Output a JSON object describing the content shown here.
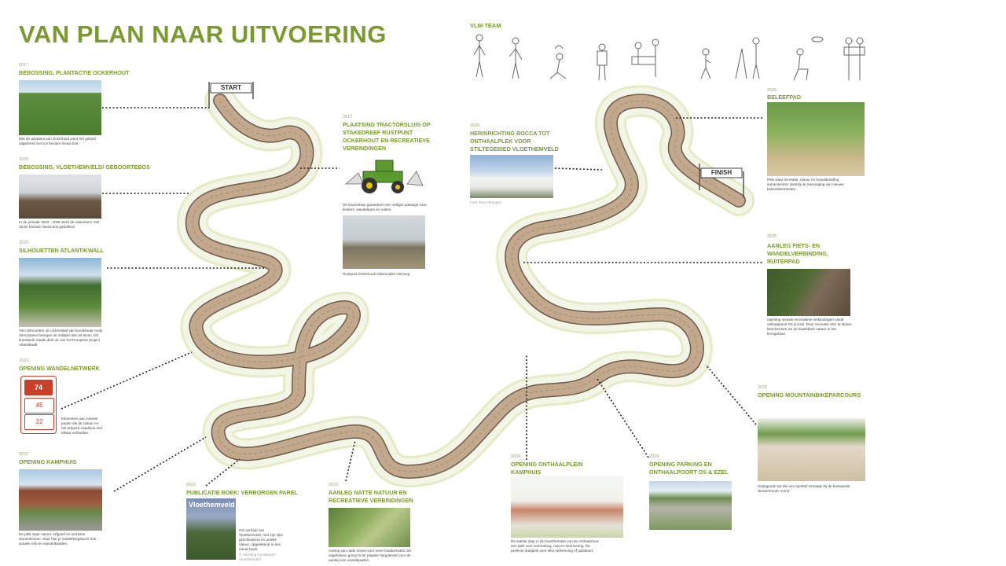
{
  "page": {
    "title": "VAN PLAN NAAR UITVOERING",
    "team_label": "VLM-TEAM",
    "start_label": "START",
    "finish_label": "FINISH"
  },
  "milestones": [
    {
      "id": "ockerhout",
      "year": "2017",
      "title": "BEBOSSING, PLANTACTIE OCKERHOUT",
      "caption": "Met de aanplant van Ockerhout werd het gebied uitgebreid met 5,6 hectare nieuw bos."
    },
    {
      "id": "geboortebos",
      "year": "2020",
      "title": "BEBOSSING, VLOETHEMVELD/ GEBOORTEBOS",
      "caption": "In de periode 2020 - 2026 werd de natuurkern met 18,50 hectare nieuw bos gebufferd."
    },
    {
      "id": "atlantikwall",
      "year": "2020",
      "title": "SILHOUETTEN ATLANTIKWALL",
      "caption": "Tien silhouetten uit cortenstaal van kunstenaar Andy Verschaeve brengen de militaire site tot leven. Dit kunstwerk maakt deel uit van het Europees project Atlantikwall."
    },
    {
      "id": "wandelnetwerk",
      "year": "2022",
      "title": "OPENING WANDELNETWERK",
      "caption": "Kilometers aan nieuwe paden die de natuur en het erfgoed naadloos met elkaar verbinden."
    },
    {
      "id": "kamphuis",
      "year": "2022",
      "title": "OPENING KAMPHUIS",
      "caption": "De plek waar natuur, erfgoed en toerisme samenkomen. Start hier je ontdekkingstocht met actuele info en wandelkaarten."
    },
    {
      "id": "boek",
      "year": "2022",
      "title": "PUBLICATIE BOEK: VERBORGEN PAREL",
      "caption": "Het verhaal van Vloethemveld, met zijn rijke geschiedenis en unieke natuur, opgetekend in een nieuw boek.",
      "credit": "© Stichting Kunstboek / Vloethemveld"
    },
    {
      "id": "nattenatuur",
      "year": "2023",
      "title": "AANLEG NATTE NATUUR EN RECREATIEVE VERBINDINGEN",
      "caption": "Aanleg van natte zones voor meer biodiversiteit. De uitgeholven grond is ter plaatse hergebruikt voor de aanleg van wandelpaden."
    },
    {
      "id": "onthaalplein",
      "year": "2024",
      "title": "OPENING ONTHAALPLEIN KAMPHUIS",
      "caption": "De laatste stap in de transformatie van de onthaalzone: een plek voor ontmoeting, rust en herinnering. De perfecte startplek voor elke verkenning of gidsbeurt."
    },
    {
      "id": "parking",
      "year": "2024",
      "title": "OPENING PARKING EN ONTHAALPOORT OS & EZEL",
      "caption": ""
    },
    {
      "id": "mountainbike",
      "year": "2025",
      "title": "OPENING MOUNTAINBIKEPARCOURS",
      "caption": "Uitdagende lus die een sportief extraatje bij de bestaande 'Bossenroute' vormt."
    },
    {
      "id": "tractorsluis",
      "year": "2017",
      "title": "PLAATSING TRACTORSLUIS OP STAKEDREEF RUSTPUNT OCKERHOUT EN RECREATIEVE VERBINDINGEN",
      "caption": "De tractorsluis garandeert een veiliger passage voor fietsers, wandelaars en ruiters.",
      "caption2": "Rustpunt Ockerhout/ Diksmuidse Heirweg"
    },
    {
      "id": "bocca",
      "year": "2026",
      "title": "HERINRICHTING BOCCA TOT ONTHAALPLEK VOOR STILTEGEBIED VLOETHEMVELD",
      "caption": "Foto: Eva Verkuyen"
    },
    {
      "id": "beleefpad",
      "year": "2026",
      "title": "BELEEFPAD",
      "caption": "Plek waar recreatie, natuur en bosuitbreiding samenkomen dankzij de toevoeging van nieuwe belevelelementen."
    },
    {
      "id": "fietsverbinding",
      "year": "2025",
      "title": "AANLEG FIETS- EN WANDELVERBINDING, RUITERPAD",
      "caption": "Opening nieuwe recreatieve verbindingen vanaf onthaalpoort Os & Ezel. Door recreatie slim te sturen, beschermen we de kwetsbare natuur in het kerngebied."
    }
  ],
  "sign": {
    "top_number": "74",
    "mid_number": "45",
    "bottom_number": "22"
  },
  "book_cover_title": "Vloethemveld",
  "colors": {
    "accent": "#7a9a2e",
    "road": "#b59a82",
    "verge": "#eef3d6",
    "sign_red": "#c8402a"
  }
}
